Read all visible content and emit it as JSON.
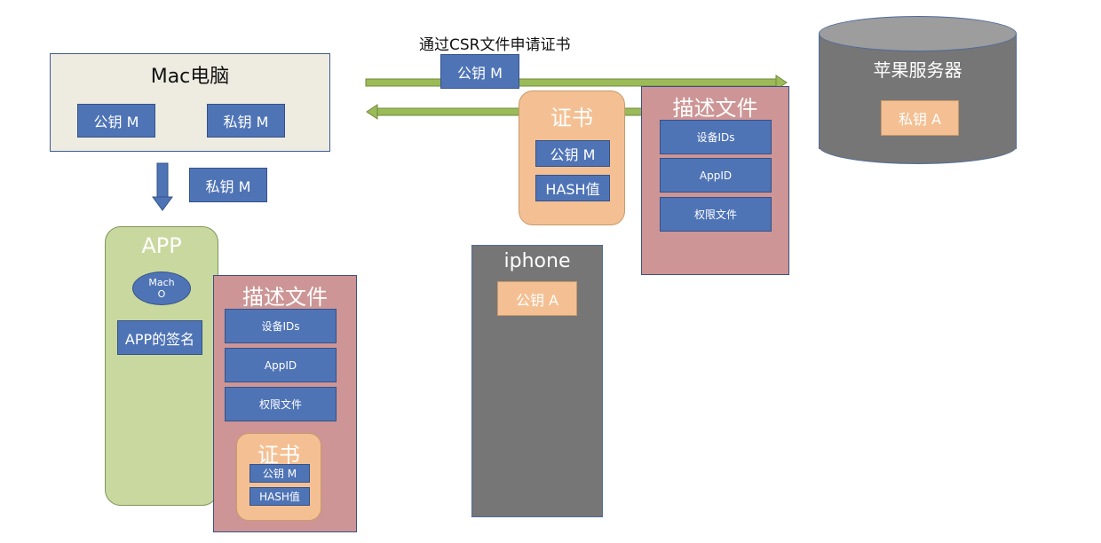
{
  "mac": {
    "title": "Mac电脑",
    "public_key": "公钥 M",
    "private_key": "私钥 M"
  },
  "transfer_private_key": "私钥 M",
  "csr": {
    "label": "通过CSR文件申请证书",
    "public_key": "公钥 M"
  },
  "cert_top": {
    "title": "证书",
    "public_key": "公钥 M",
    "hash": "HASH值"
  },
  "profile_top": {
    "title": "描述文件",
    "items": [
      "设备IDs",
      "AppID",
      "权限文件"
    ]
  },
  "server": {
    "title": "苹果服务器",
    "private_key": "私钥 A"
  },
  "app": {
    "title": "APP",
    "mach_o": "Mach O",
    "signature": "APP的签名"
  },
  "profile_app": {
    "title": "描述文件",
    "items": [
      "设备IDs",
      "AppID",
      "权限文件"
    ],
    "cert": {
      "title": "证书",
      "public_key": "公钥 M",
      "hash": "HASH值"
    }
  },
  "iphone": {
    "title": "iphone",
    "public_key": "公钥 A"
  },
  "colors": {
    "blue_box": "#4f74b6",
    "orange_box": "#f4c093",
    "pink_panel": "#cd9595",
    "green_panel": "#c9d89e",
    "gray_device": "#767676",
    "arrow_green": "#9bbb59"
  }
}
